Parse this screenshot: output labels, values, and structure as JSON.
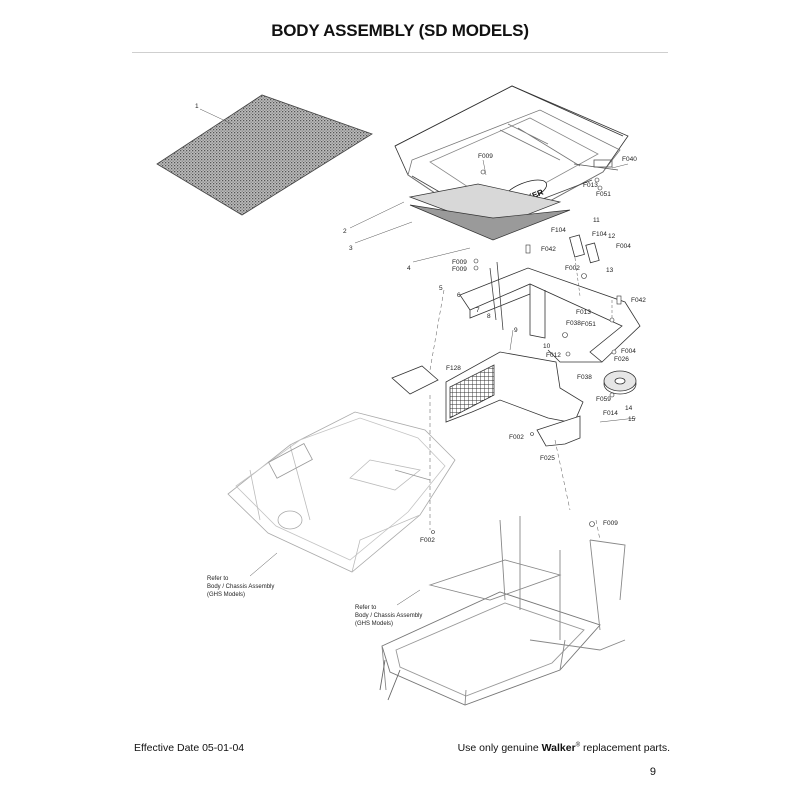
{
  "page": {
    "title": "BODY ASSEMBLY (SD MODELS)",
    "footer_left": "Effective Date 05-01-04",
    "footer_right_prefix": "Use only genuine ",
    "footer_right_brand": "Walker",
    "footer_right_reg": "®",
    "footer_right_suffix": " replacement parts.",
    "page_number": "9"
  },
  "diagram": {
    "brand_on_body": "WALKER",
    "references": {
      "ref1_line1": "Refer to",
      "ref1_line2": "Body / Chassis Assembly",
      "ref1_line3": "(GHS Models)",
      "ref2_line1": "Refer to",
      "ref2_line2": "Body / Chassis Assembly",
      "ref2_line3": "(GHS Models)"
    },
    "callouts": {
      "c1": "1",
      "c2": "2",
      "c3": "3",
      "c4": "4",
      "c5": "5",
      "c6": "6",
      "c7": "7",
      "c8": "8",
      "c9": "9",
      "c10": "10",
      "c11": "11",
      "c12": "12",
      "c13": "13",
      "c14": "14",
      "c15": "15",
      "f009a": "F009",
      "f040": "F040",
      "f013a": "F013",
      "f051a": "F051",
      "f104a": "F104",
      "f104b": "F104",
      "f004a": "F004",
      "f042a": "F042",
      "f009b": "F009",
      "f009c": "F009",
      "f002a": "F002",
      "f042b": "F042",
      "f013b": "F013",
      "f038a": "F038",
      "f051b": "F051",
      "f012": "F012",
      "f004b": "F004",
      "f026": "F026",
      "f128": "F128",
      "f038b": "F038",
      "f059": "F059",
      "f014": "F014",
      "f002b": "F002",
      "f025": "F025",
      "f002c": "F002",
      "f009d": "F009"
    }
  }
}
